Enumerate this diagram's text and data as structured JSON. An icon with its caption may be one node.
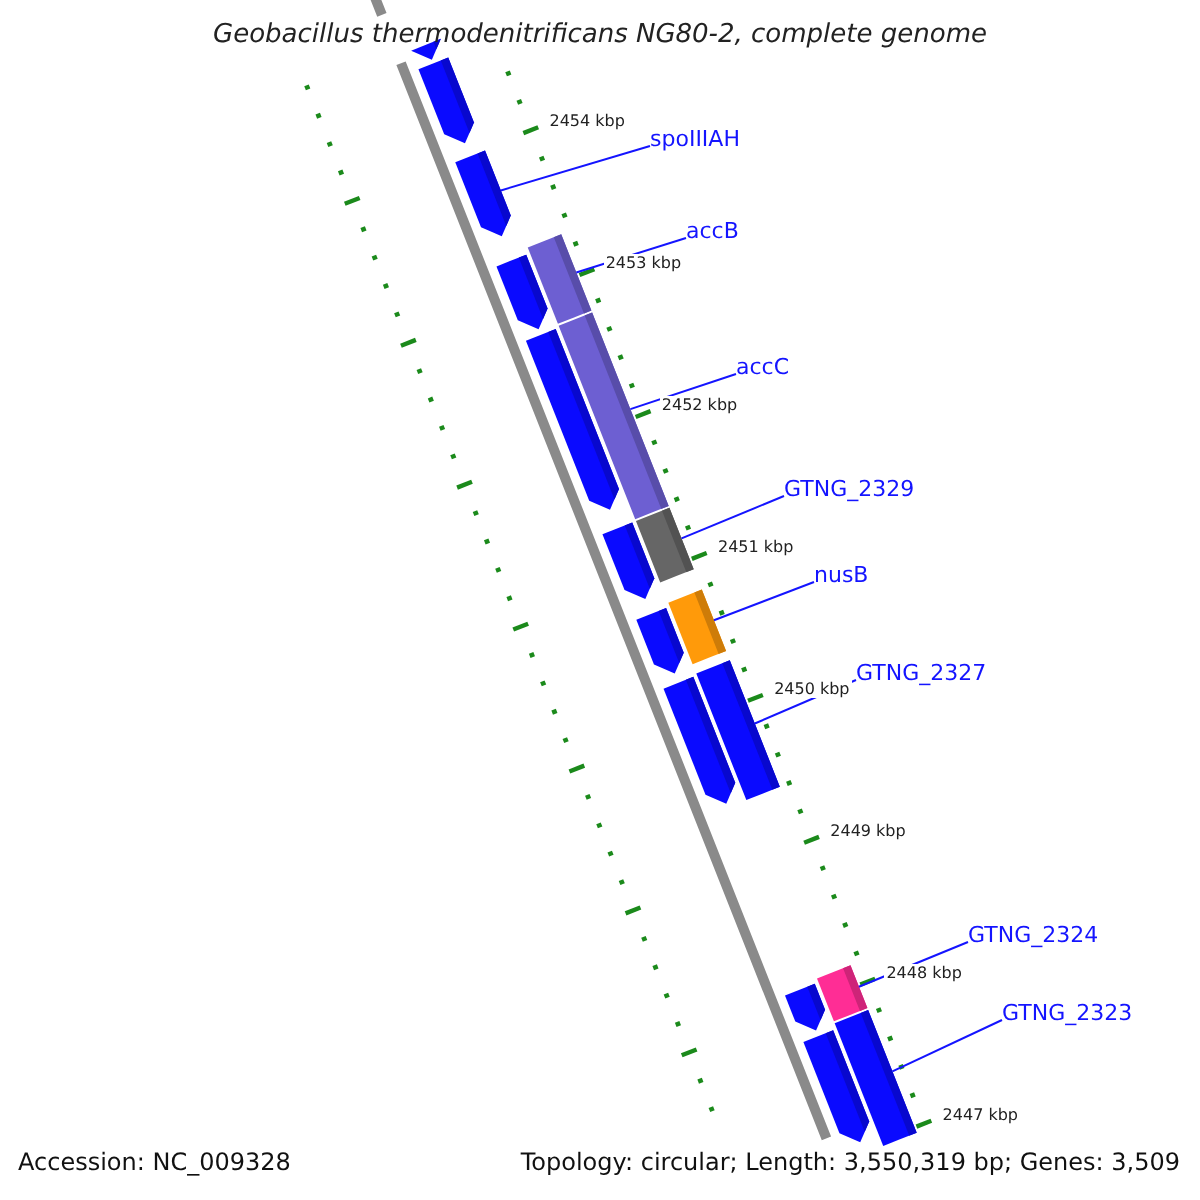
{
  "diagram": {
    "title": "Geobacillus thermodenitrificans NG80-2, complete genome",
    "nodes": [
      {
        "text": [
          "spoIIIAH"
        ]
      },
      {
        "text": [
          "accB"
        ]
      },
      {
        "text": [
          "accC"
        ]
      },
      {
        "text": [
          "GTNG_2329"
        ]
      },
      {
        "text": [
          "nusB"
        ]
      },
      {
        "text": [
          "GTNG_2327"
        ]
      },
      {
        "text": [
          "GTNG_2324"
        ]
      },
      {
        "text": [
          "GTNG_2323"
        ]
      },
      {
        "text": [],
        "shape": "arrow"
      },
      {
        "text": [],
        "shape": "arrow"
      },
      {
        "text": [],
        "shape": "arrow"
      },
      {
        "text": [],
        "shape": "bar"
      },
      {
        "text": [],
        "shape": "arrow"
      },
      {
        "text": [],
        "shape": "bar"
      },
      {
        "text": [],
        "shape": "arrow"
      },
      {
        "text": [],
        "shape": "bar"
      },
      {
        "text": [],
        "shape": "arrow"
      },
      {
        "text": [],
        "shape": "bar"
      },
      {
        "text": [],
        "shape": "arrow"
      },
      {
        "text": [],
        "shape": "bar"
      },
      {
        "text": [],
        "shape": "arrow"
      },
      {
        "text": [],
        "shape": "bar"
      },
      {
        "text": [],
        "shape": "arrow"
      },
      {
        "text": [],
        "shape": "bar"
      },
      {
        "text": [],
        "shape": "arrow"
      }
    ],
    "edges": [
      {
        "from": 0,
        "to": 10,
        "arrow": "none"
      },
      {
        "from": 1,
        "to": 11,
        "arrow": "none"
      },
      {
        "from": 2,
        "to": 13,
        "arrow": "none"
      },
      {
        "from": 3,
        "to": 15,
        "arrow": "none"
      },
      {
        "from": 4,
        "to": 17,
        "arrow": "none"
      },
      {
        "from": 5,
        "to": 19,
        "arrow": "none"
      },
      {
        "from": 6,
        "to": 21,
        "arrow": "none"
      },
      {
        "from": 7,
        "to": 23,
        "arrow": "none"
      }
    ],
    "labels": [
      "2454 kbp",
      "2453 kbp",
      "2452 kbp",
      "2451 kbp",
      "2450 kbp",
      "2449 kbp",
      "2448 kbp",
      "2447 kbp",
      "Accession: NC_009328",
      "Topology: circular; Length: 3,550,319 bp; Genes: 3,509"
    ]
  }
}
